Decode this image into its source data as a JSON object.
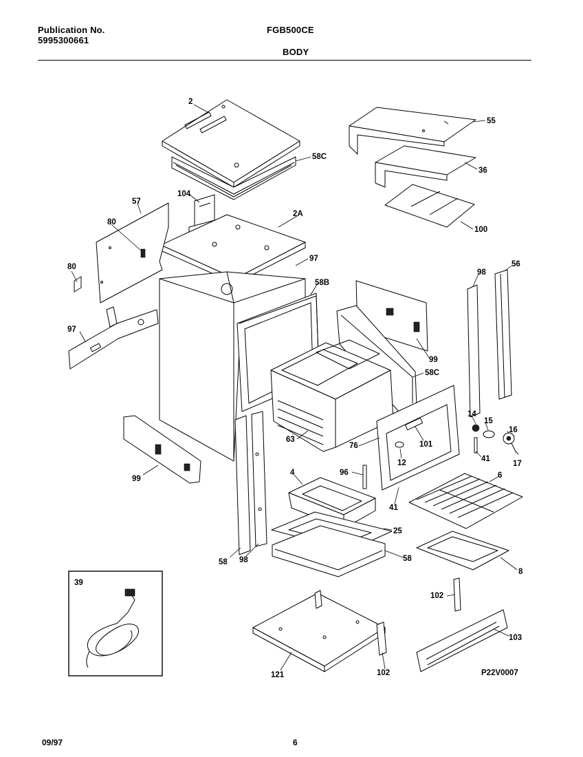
{
  "header": {
    "publication_label": "Publication No.",
    "publication_number": "5995300661",
    "model": "FGB500CE",
    "section": "BODY"
  },
  "footer": {
    "date": "09/97",
    "page": "6"
  },
  "diagram": {
    "code": "P22V0007",
    "callouts": {
      "c2": "2",
      "c55": "55",
      "c58c_top": "58C",
      "c36": "36",
      "c104": "104",
      "c57": "57",
      "c2a": "2A",
      "c100": "100",
      "c80a": "80",
      "c80b": "80",
      "c97a": "97",
      "c97b": "97",
      "c58b": "58B",
      "c98a": "98",
      "c56": "56",
      "c99a": "99",
      "c58c_mid": "58C",
      "c63": "63",
      "c76": "76",
      "c14": "14",
      "c15": "15",
      "c16": "16",
      "c17": "17",
      "c101": "101",
      "c12": "12",
      "c41a": "41",
      "c41b": "41",
      "c99b": "99",
      "c4": "4",
      "c96": "96",
      "c6": "6",
      "c25": "25",
      "c58a": "58",
      "c98b": "98",
      "c58b2": "58",
      "c8": "8",
      "c39": "39",
      "c102a": "102",
      "c102b": "102",
      "c103": "103",
      "c121": "121"
    }
  }
}
